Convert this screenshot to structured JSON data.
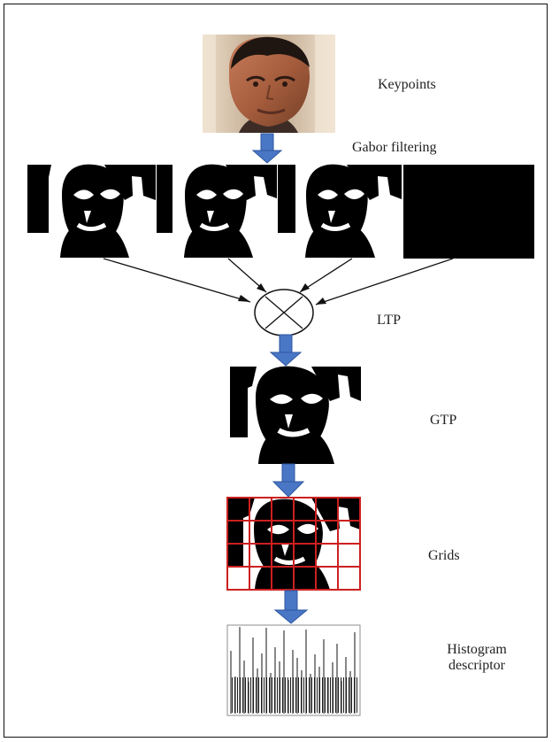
{
  "labels": {
    "keypoints": "Keypoints",
    "gabor_filtering": "Gabor filtering",
    "ltp": "LTP",
    "gtp": "GTP",
    "grids": "Grids",
    "histogram_line1": "Histogram",
    "histogram_line2": "descriptor"
  },
  "colors": {
    "flow_arrow": "#4a76c6",
    "flow_arrow_border": "#2f579f",
    "grid_lines": "#cc2020",
    "binary_black": "#000000",
    "binary_white": "#ffffff",
    "face_skin": "#a45c3c",
    "photo_background": "#d7c3a8"
  },
  "diagram": {
    "filter_images": 4,
    "grid_cells": 24
  }
}
